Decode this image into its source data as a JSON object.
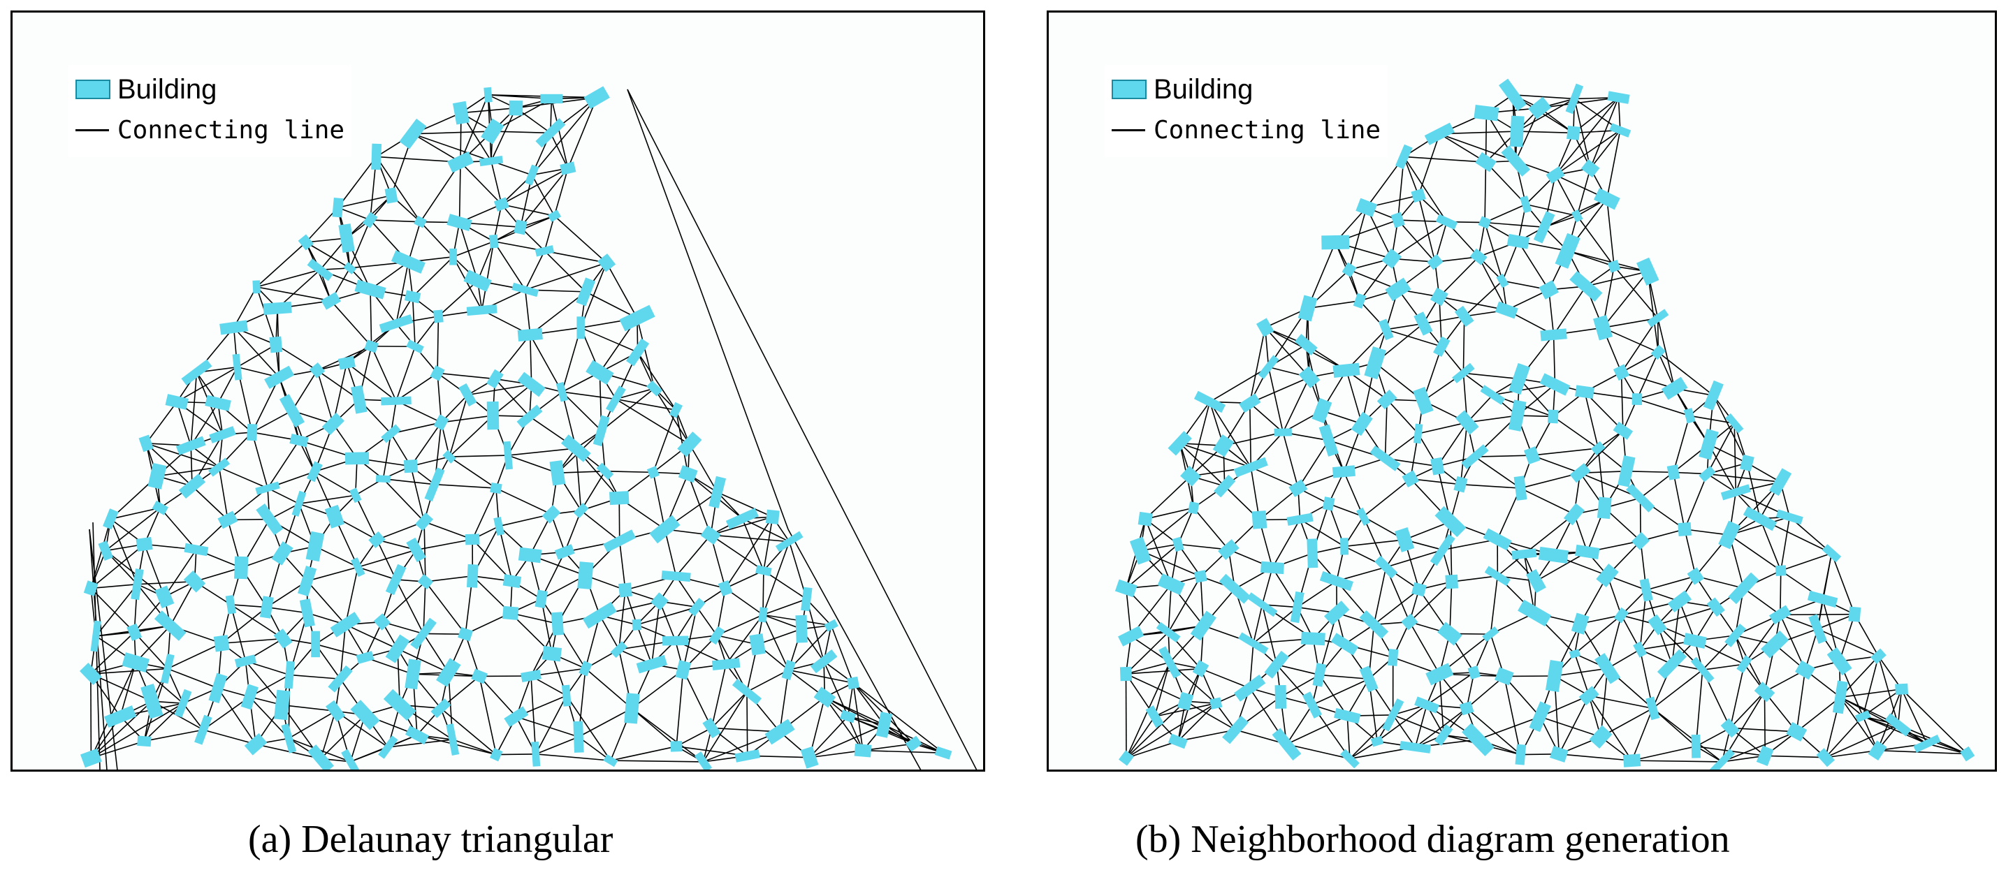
{
  "panels": {
    "a": {
      "legend": {
        "building_label": "Building",
        "line_label": "Connecting line"
      },
      "caption": "(a)  Delaunay triangular"
    },
    "b": {
      "legend": {
        "building_label": "Building",
        "line_label": "Connecting line"
      },
      "caption": "(b)  Neighborhood diagram generation"
    }
  },
  "colors": {
    "building": "#5fd8ee",
    "line": "#000000",
    "background": "#fcfefe"
  }
}
